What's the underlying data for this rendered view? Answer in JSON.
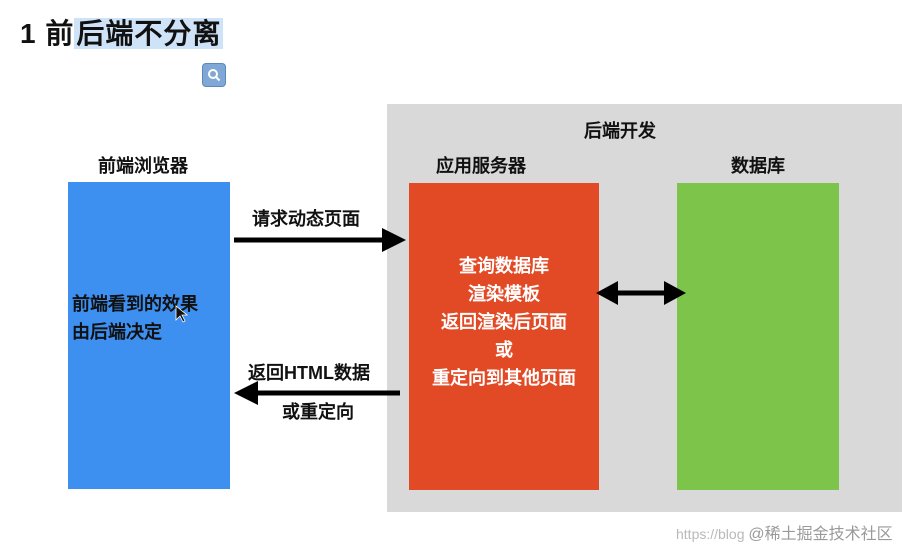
{
  "title": {
    "number": "1",
    "before": "前",
    "highlight": "后端不分离"
  },
  "panel": {
    "title": "后端开发"
  },
  "browser": {
    "title": "前端浏览器",
    "text_lines": [
      "前端看到的效果",
      "由后端决定"
    ]
  },
  "server": {
    "title": "应用服务器",
    "text_lines": [
      "查询数据库",
      "渲染模板",
      "返回渲染后页面",
      "或",
      "重定向到其他页面"
    ]
  },
  "database": {
    "title": "数据库"
  },
  "arrows": {
    "request_label": "请求动态页面",
    "response_label_1": "返回HTML数据",
    "response_label_2": "或重定向"
  },
  "watermark": {
    "text": "https://blog",
    "site": "@稀土掘金技术社区"
  },
  "colors": {
    "browser": "#3d8ff0",
    "server": "#e24a26",
    "database": "#7dc54a",
    "panel": "#d9d9d9",
    "title_highlight": "#cfe3f8"
  },
  "icons": [
    "search-icon",
    "cursor-icon"
  ]
}
